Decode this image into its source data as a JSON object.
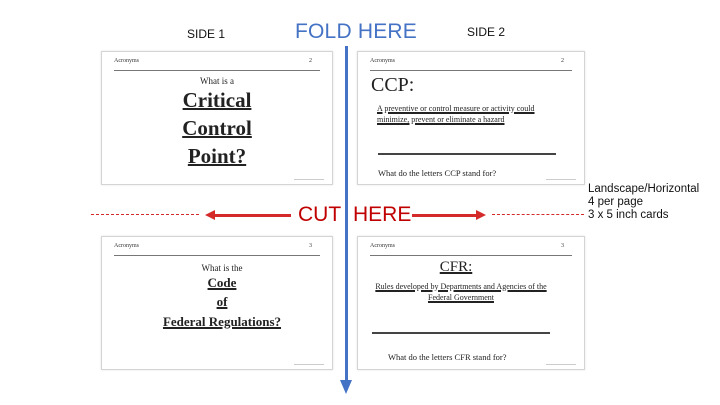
{
  "header": {
    "side1_label": "SIDE 1",
    "fold_label": "FOLD HERE",
    "side2_label": "SIDE 2"
  },
  "cut": {
    "left_word": "CUT",
    "right_word": "HERE"
  },
  "notes": {
    "line1": "Landscape/Horizontal",
    "line2": "4 per page",
    "line3": "3 x 5 inch cards"
  },
  "cards": [
    {
      "position": "top-left",
      "side": "SIDE 1",
      "header": "Acronyms",
      "number": "2",
      "prompt": "What is a",
      "term_lines": [
        "Critical",
        "Control",
        "Point?"
      ]
    },
    {
      "position": "top-right",
      "side": "SIDE 2",
      "header": "Acronyms",
      "number": "2",
      "title": "CCP:",
      "definition": "A preventive or control measure or activity could minimize, prevent or eliminate a hazard",
      "question": "What do the letters CCP stand for?"
    },
    {
      "position": "bottom-left",
      "side": "SIDE 1",
      "header": "Acronyms",
      "number": "3",
      "prompt": "What is the",
      "term_lines": [
        "Code",
        "of",
        "Federal Regulations?"
      ]
    },
    {
      "position": "bottom-right",
      "side": "SIDE 2",
      "header": "Acronyms",
      "number": "3",
      "title": "CFR:",
      "definition": "Rules developed by Departments and Agencies of the Federal Government",
      "question": "What do the letters CFR stand for?"
    }
  ],
  "colors": {
    "fold_blue": "#4472c4",
    "cut_red": "#c00000",
    "arrow_red": "#d42a2a"
  }
}
